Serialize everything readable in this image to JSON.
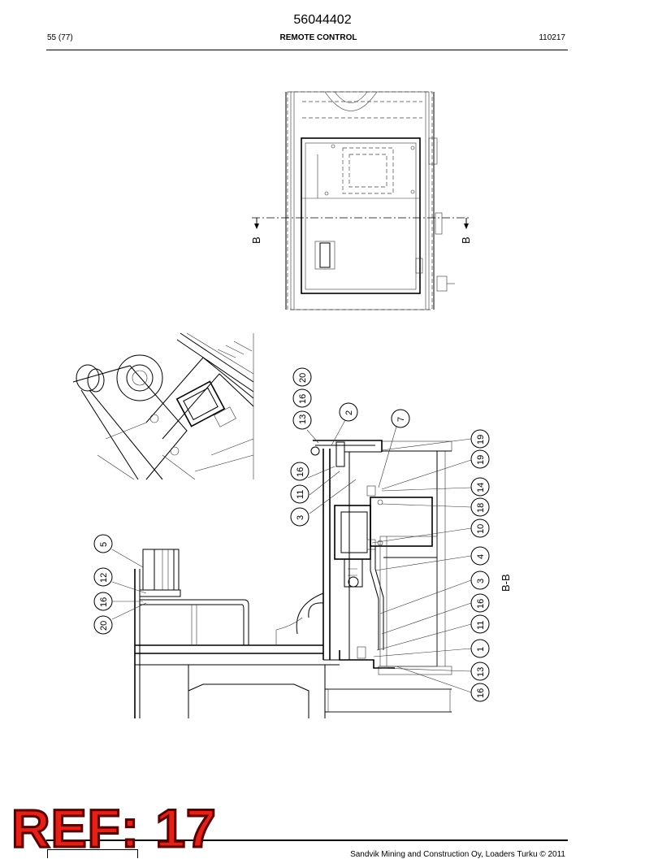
{
  "header": {
    "doc_number": "56044402",
    "page": "55 (77)",
    "title": "REMOTE CONTROL",
    "code": "110217"
  },
  "section_marks": {
    "top_left": "B",
    "top_right": "B",
    "view_label": "B-B"
  },
  "item_numbers": {
    "top_group": [
      "13",
      "16",
      "20"
    ],
    "item_2": "2",
    "item_7": "7",
    "left_mid": [
      "3",
      "11",
      "16"
    ],
    "right_column": [
      "19",
      "19",
      "14",
      "18",
      "10",
      "4",
      "3",
      "16",
      "11",
      "1",
      "13",
      "16"
    ],
    "lower_left": [
      "5",
      "12",
      "16",
      "20"
    ]
  },
  "stamp": {
    "text": "REF: 17",
    "color": "#e32119"
  },
  "footer": {
    "copyright": "Sandvik Mining and Construction Oy, Loaders Turku © 2011"
  }
}
